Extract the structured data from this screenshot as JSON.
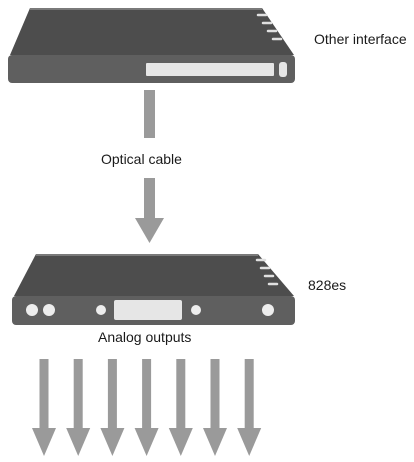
{
  "devices": {
    "top": {
      "label": "Other interface"
    },
    "bottom": {
      "label": "828es"
    }
  },
  "connection": {
    "label": "Optical cable"
  },
  "outputs": {
    "label": "Analog outputs",
    "count": 7
  },
  "colors": {
    "device_dark": "#4d4d4d",
    "device_mid": "#5f5f5f",
    "device_panel": "#e6e6e6",
    "arrow": "#9a9a9a"
  }
}
